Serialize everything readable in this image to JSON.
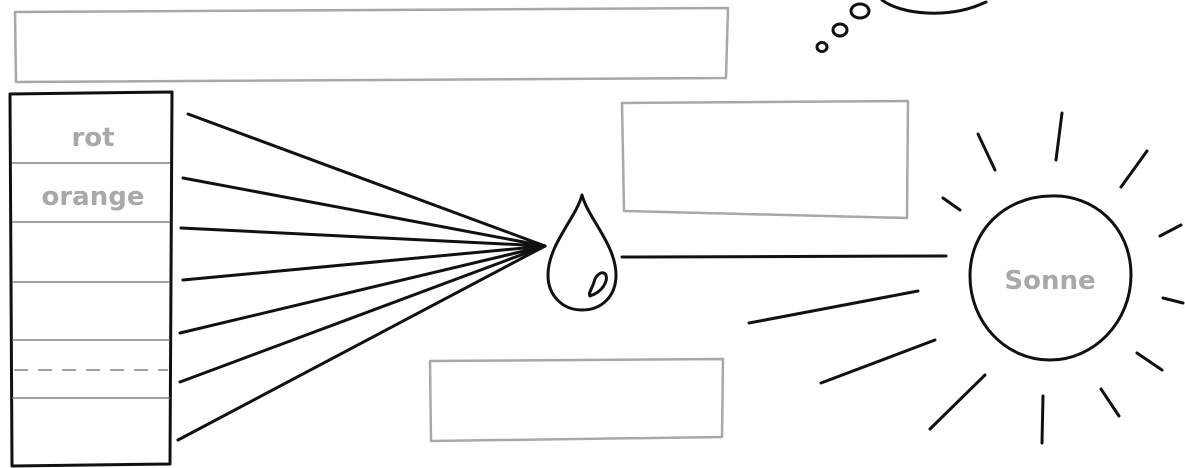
{
  "spectrum": {
    "colors": [
      "rot",
      "orange",
      "",
      "",
      "",
      ""
    ]
  },
  "sun": {
    "label": "Sonne"
  },
  "answer_boxes": [
    {
      "id": "top",
      "text": ""
    },
    {
      "id": "middle",
      "text": ""
    },
    {
      "id": "bottom",
      "text": ""
    }
  ]
}
